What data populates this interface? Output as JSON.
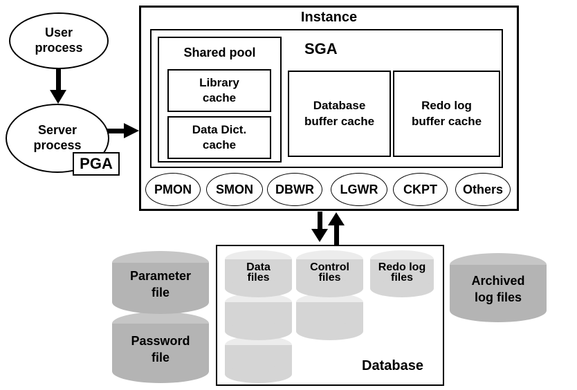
{
  "client": {
    "user_process_label": "User process",
    "server_process_label": "Server process",
    "pga_label": "PGA"
  },
  "instance": {
    "title": "Instance",
    "sga": {
      "title": "SGA",
      "shared_pool": {
        "title": "Shared pool",
        "library_cache_label": "Library cache",
        "data_dict_cache_label": "Data Dict. cache"
      },
      "database_buffer_cache_label": "Database buffer cache",
      "redo_log_buffer_cache_label": "Redo log buffer cache"
    },
    "background_processes": [
      "PMON",
      "SMON",
      "DBWR",
      "LGWR",
      "CKPT",
      "Others"
    ]
  },
  "database": {
    "title": "Database",
    "data_files_label": "Data files",
    "control_files_label": "Control files",
    "redo_log_files_label": "Redo log files"
  },
  "external_files": {
    "parameter_file_label": "Parameter file",
    "password_file_label": "Password file",
    "archived_log_files_label": "Archived log files"
  },
  "colors": {
    "light_cylinder_body": "#d5d5d5",
    "light_cylinder_top": "#ececec",
    "dark_cylinder_body": "#b4b4b4",
    "dark_cylinder_top": "#c6c6c6",
    "line_color": "#000000"
  }
}
